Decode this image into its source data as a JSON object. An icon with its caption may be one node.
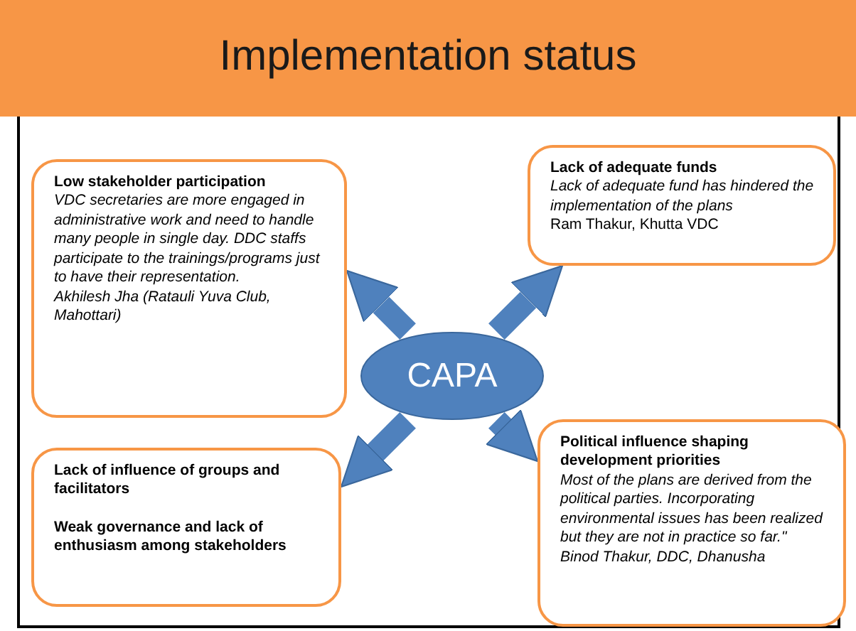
{
  "diagram": {
    "title": "Implementation status",
    "nodes": [
      {
        "text": [
          "CAPA"
        ]
      },
      {
        "text": [
          "Low stakeholder participation",
          "VDC secretaries are more engaged in administrative work and need to handle many people in single day. DDC staffs participate to the trainings/programs just to have their representation.",
          "Akhilesh Jha (Ratauli Yuva Club, Mahottari)"
        ]
      },
      {
        "text": [
          "Lack of adequate funds",
          "Lack of adequate fund has hindered the implementation of the plans",
          "Ram Thakur, Khutta VDC"
        ]
      },
      {
        "text": [
          "Lack of influence of groups and facilitators",
          "Weak governance and lack of enthusiasm among stakeholders"
        ]
      },
      {
        "text": [
          "Political influence shaping development priorities",
          "Most of the plans are derived from the political parties. Incorporating environmental issues has been realized but they are not in practice so far.\"",
          "Binod Thakur, DDC, Dhanusha"
        ]
      }
    ],
    "edges": [
      {
        "from": 0,
        "to": 1,
        "arrow": "to"
      },
      {
        "from": 0,
        "to": 2,
        "arrow": "to"
      },
      {
        "from": 0,
        "to": 3,
        "arrow": "to"
      },
      {
        "from": 0,
        "to": 4,
        "arrow": "to"
      }
    ]
  }
}
